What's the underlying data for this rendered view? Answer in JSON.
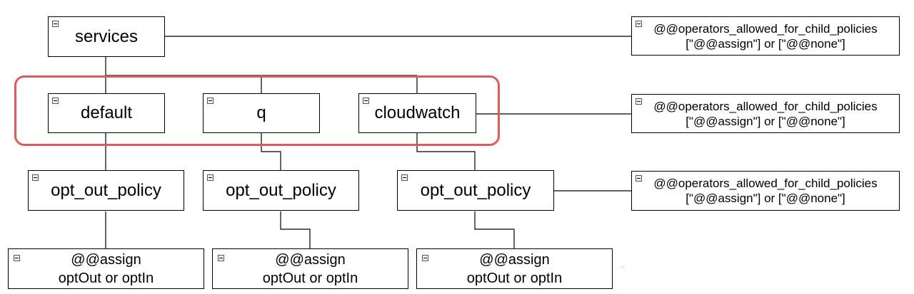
{
  "colors": {
    "highlight": "#e05a5a",
    "node_border": "#000000",
    "connector": "#000000"
  },
  "nodes": {
    "services": {
      "label": "services"
    },
    "default": {
      "label": "default"
    },
    "q": {
      "label": "q"
    },
    "cloudwatch": {
      "label": "cloudwatch"
    },
    "opt_out_policy_1": {
      "label": "opt_out_policy"
    },
    "opt_out_policy_2": {
      "label": "opt_out_policy"
    },
    "opt_out_policy_3": {
      "label": "opt_out_policy"
    },
    "assign_1": {
      "line1": "@@assign",
      "line2": "optOut or optIn"
    },
    "assign_2": {
      "line1": "@@assign",
      "line2": "optOut or optIn"
    },
    "assign_3": {
      "line1": "@@assign",
      "line2": "optOut or optIn"
    },
    "operators_1": {
      "line1": "@@operators_allowed_for_child_policies",
      "line2": "[\"@@assign\"] or [\"@@none\"]"
    },
    "operators_2": {
      "line1": "@@operators_allowed_for_child_policies",
      "line2": "[\"@@assign\"] or [\"@@none\"]"
    },
    "operators_3": {
      "line1": "@@operators_allowed_for_child_policies",
      "line2": "[\"@@assign\"] or [\"@@none\"]"
    }
  }
}
